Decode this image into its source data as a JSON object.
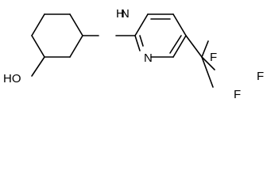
{
  "molecule": {
    "labels": {
      "hydroxyl": "HO",
      "amine": "N",
      "amine_h": "H",
      "pyridine_n": "N",
      "fluorine_1": "F",
      "fluorine_2": "F",
      "fluorine_3": "F"
    }
  }
}
